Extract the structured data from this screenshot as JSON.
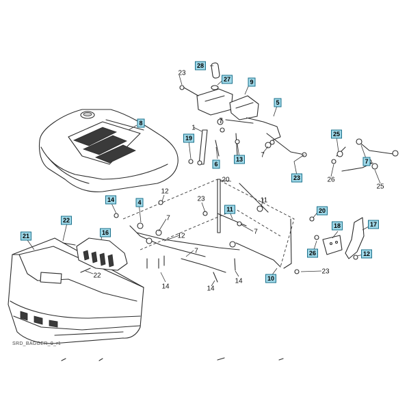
{
  "diagram": {
    "caption": "SRD_BAGGER_9_r1",
    "callouts": [
      {
        "id": "c28",
        "label": "28",
        "boxed": true
      },
      {
        "id": "c27",
        "label": "27",
        "boxed": true
      },
      {
        "id": "c23a",
        "label": "23",
        "boxed": false
      },
      {
        "id": "c9",
        "label": "9",
        "boxed": true
      },
      {
        "id": "c5",
        "label": "5",
        "boxed": true
      },
      {
        "id": "c6",
        "label": "6",
        "boxed": true
      },
      {
        "id": "c1",
        "label": "1",
        "boxed": false
      },
      {
        "id": "c19",
        "label": "19",
        "boxed": true
      },
      {
        "id": "c7a",
        "label": "7",
        "boxed": false
      },
      {
        "id": "c8",
        "label": "8",
        "boxed": true
      },
      {
        "id": "c13",
        "label": "13",
        "boxed": true
      },
      {
        "id": "c7b",
        "label": "7",
        "boxed": false
      },
      {
        "id": "c23b",
        "label": "23",
        "boxed": true
      },
      {
        "id": "c25a",
        "label": "25",
        "boxed": true
      },
      {
        "id": "c7c",
        "label": "7",
        "boxed": true
      },
      {
        "id": "c26a",
        "label": "26",
        "boxed": false
      },
      {
        "id": "c25b",
        "label": "25",
        "boxed": false
      },
      {
        "id": "c20a",
        "label": "20",
        "boxed": false
      },
      {
        "id": "c12a",
        "label": "12",
        "boxed": false
      },
      {
        "id": "c14a",
        "label": "14",
        "boxed": true
      },
      {
        "id": "c4",
        "label": "4",
        "boxed": true
      },
      {
        "id": "c7d",
        "label": "7",
        "boxed": false
      },
      {
        "id": "c23c",
        "label": "23",
        "boxed": false
      },
      {
        "id": "c11a",
        "label": "11",
        "boxed": false
      },
      {
        "id": "c11b",
        "label": "11",
        "boxed": true
      },
      {
        "id": "c7e",
        "label": "7",
        "boxed": false
      },
      {
        "id": "c20b",
        "label": "20",
        "boxed": true
      },
      {
        "id": "c17",
        "label": "17",
        "boxed": true
      },
      {
        "id": "c18",
        "label": "18",
        "boxed": true
      },
      {
        "id": "c26b",
        "label": "26",
        "boxed": true
      },
      {
        "id": "c12b",
        "label": "12",
        "boxed": true
      },
      {
        "id": "c22a",
        "label": "22",
        "boxed": true
      },
      {
        "id": "c16",
        "label": "16",
        "boxed": true
      },
      {
        "id": "c21",
        "label": "21",
        "boxed": true
      },
      {
        "id": "c12c",
        "label": "12",
        "boxed": false
      },
      {
        "id": "c7f",
        "label": "7",
        "boxed": false
      },
      {
        "id": "c14b",
        "label": "14",
        "boxed": false
      },
      {
        "id": "c14c",
        "label": "14",
        "boxed": false
      },
      {
        "id": "c14d",
        "label": "14",
        "boxed": false
      },
      {
        "id": "c22b",
        "label": "22",
        "boxed": false
      },
      {
        "id": "c10",
        "label": "10",
        "boxed": true
      },
      {
        "id": "c23d",
        "label": "23",
        "boxed": false
      }
    ]
  }
}
